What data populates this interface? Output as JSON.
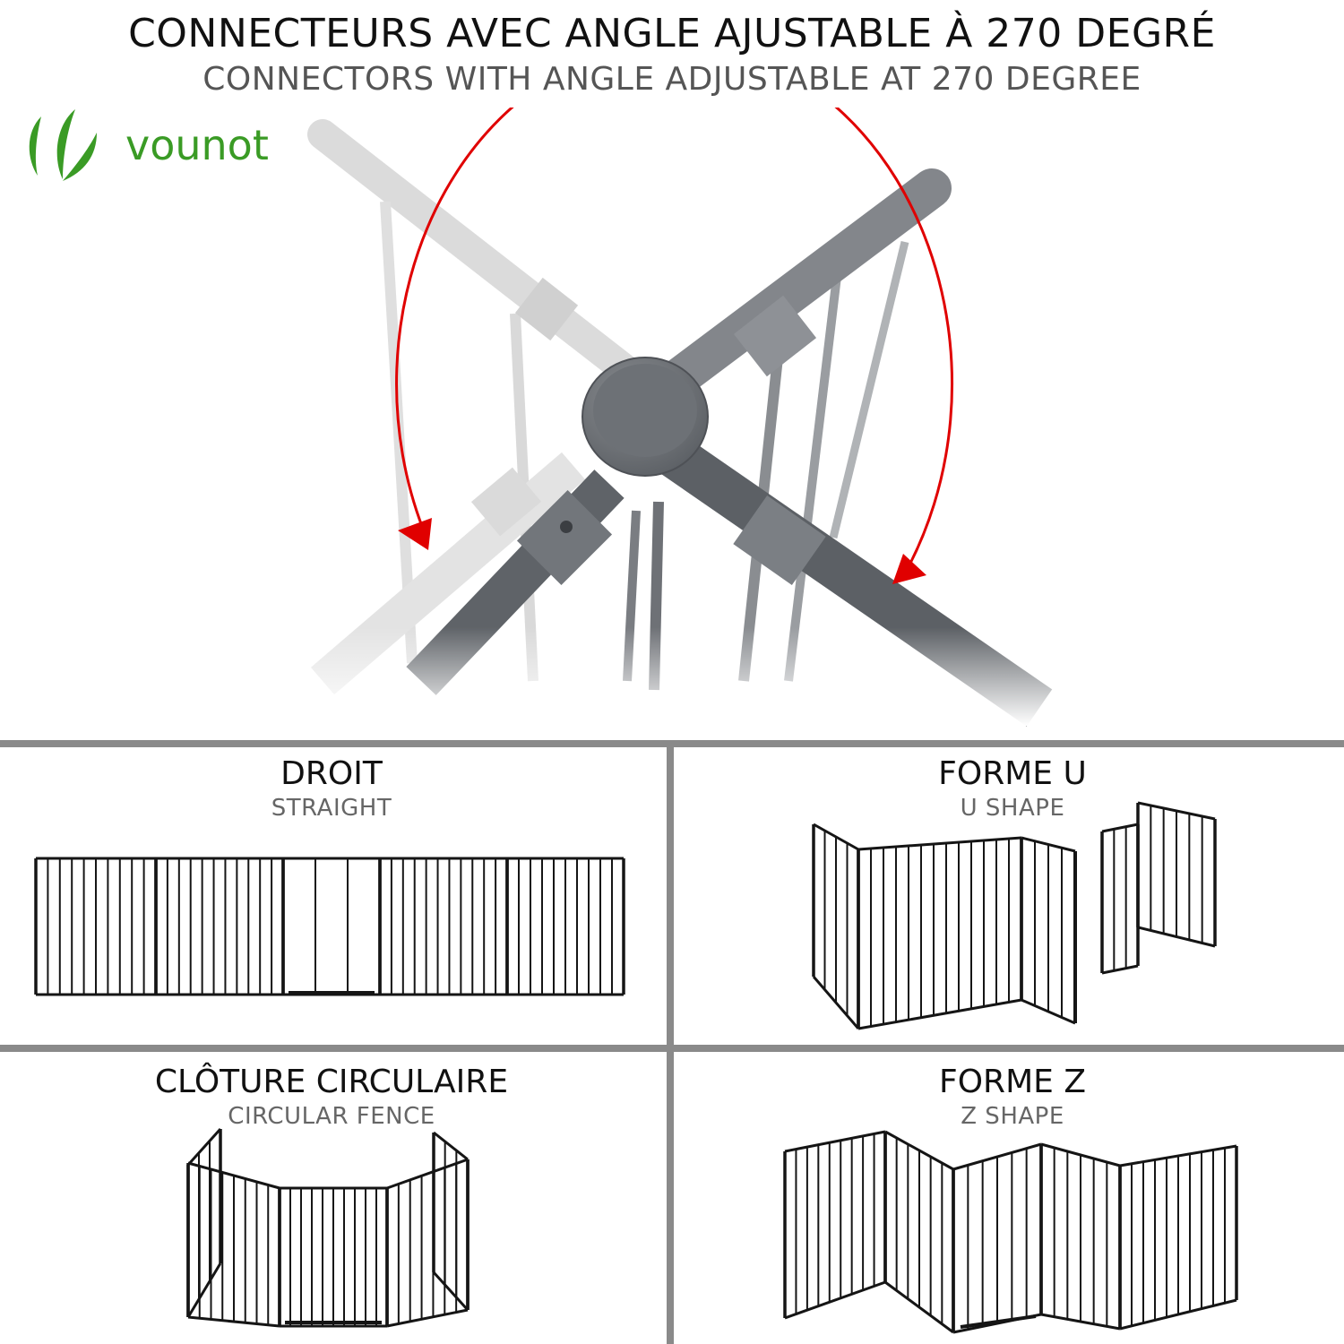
{
  "header": {
    "title_fr": "CONNECTEURS AVEC ANGLE AJUSTABLE À 270 DEGRÉ",
    "title_en": "CONNECTORS WITH ANGLE ADJUSTABLE AT 270 DEGREE"
  },
  "brand": {
    "name": "vounot",
    "color": "#3a9b25"
  },
  "arrow_color": "#e00000",
  "configurations": [
    {
      "title": "DROIT",
      "subtitle": "STRAIGHT",
      "icon": "straight-fence"
    },
    {
      "title": "FORME U",
      "subtitle": "U SHAPE",
      "icon": "u-shape-fence"
    },
    {
      "title": "CLÔTURE CIRCULAIRE",
      "subtitle": "CIRCULAR FENCE",
      "icon": "circular-fence"
    },
    {
      "title": "FORME Z",
      "subtitle": "Z SHAPE",
      "icon": "z-shape-fence"
    }
  ]
}
